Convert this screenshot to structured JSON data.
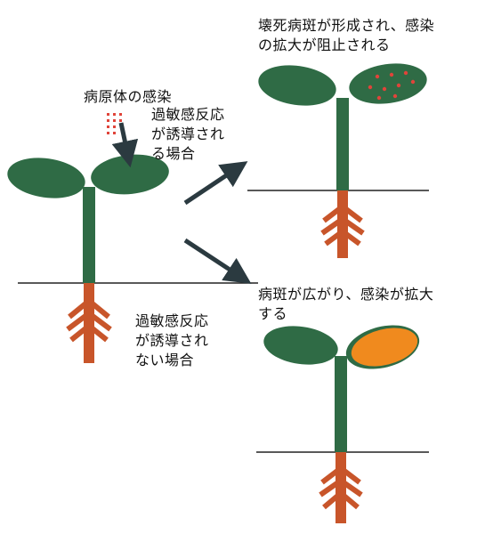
{
  "labels": {
    "infection": "病原体の感染",
    "hr_induced_1": "過敏感反応",
    "hr_induced_2": "が誘導され",
    "hr_induced_3": "る場合",
    "hr_not_induced_1": "過敏感反応",
    "hr_not_induced_2": "が誘導され",
    "hr_not_induced_3": "ない場合",
    "result_top_1": "壊死病斑が形成され、感染",
    "result_top_2": "の拡大が阻止される",
    "result_bottom_1": "病斑が広がり、感染が拡大",
    "result_bottom_2": "する"
  },
  "colors": {
    "leaf": "#2f6b45",
    "stem": "#2f6b45",
    "root": "#c8552a",
    "lesion_spread": "#f08a1e",
    "pathogen_dot": "#e0443a",
    "arrow": "#2b3a40",
    "ground": "#222222"
  }
}
